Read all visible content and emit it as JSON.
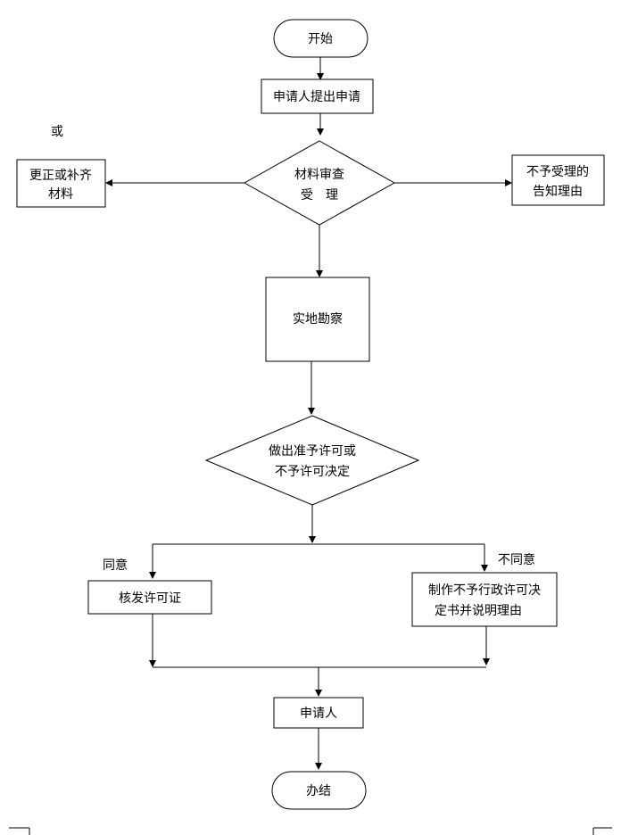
{
  "nodes": {
    "start": "开始",
    "apply": "申请人提出申请",
    "review_line1": "材料审查",
    "review_line2": "受　理",
    "correct_line1": "更正或补齐",
    "correct_line2": "材料",
    "reject_line1": "不予受理的",
    "reject_line2": "告知理由",
    "inspect": "实地勘察",
    "decide_line1": "做出准予许可或",
    "decide_line2": "不予许可决定",
    "issue": "核发许可证",
    "deny_line1": "制作不予行政许可决",
    "deny_line2": "定书并说明理由",
    "applicant": "申请人",
    "finish": "办结"
  },
  "labels": {
    "or": "或",
    "agree": "同意",
    "disagree": "不同意"
  }
}
